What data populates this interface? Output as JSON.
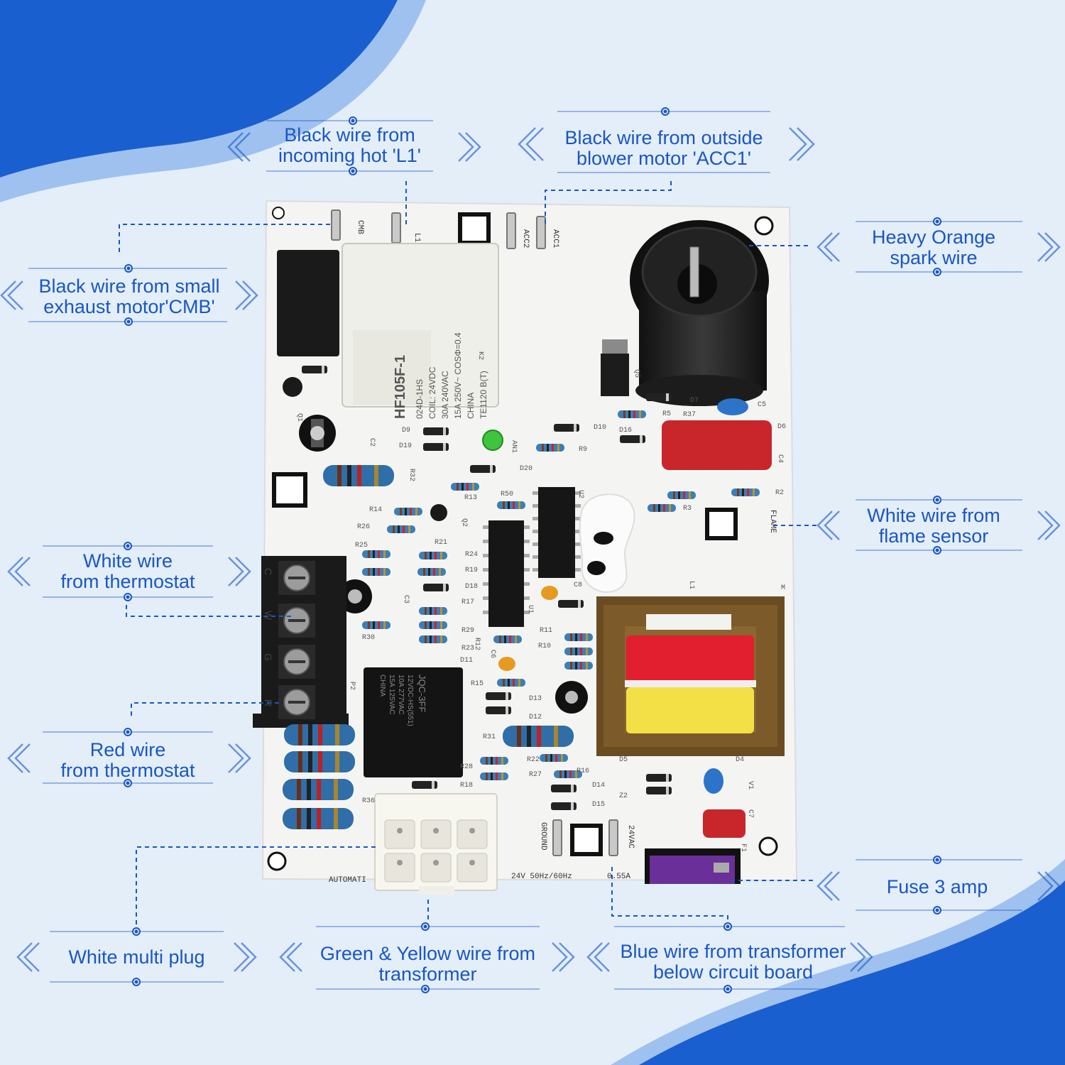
{
  "colors": {
    "accent": "#1a56c4",
    "background": "#e3eef9",
    "board": "#f4f5f3"
  },
  "labels": [
    {
      "id": "l1",
      "line1": "Black wire from",
      "line2": "incoming hot 'L1'"
    },
    {
      "id": "acc1",
      "line1": "Black wire from outside",
      "line2": "blower motor 'ACC1'"
    },
    {
      "id": "spark",
      "line1": "Heavy Orange",
      "line2": "spark wire"
    },
    {
      "id": "cmb",
      "line1": "Black wire from small",
      "line2": "exhaust motor'CMB'"
    },
    {
      "id": "flame",
      "line1": "White wire from",
      "line2": "flame sensor"
    },
    {
      "id": "w",
      "line1": "White wire",
      "line2": "from thermostat"
    },
    {
      "id": "r",
      "line1": "Red wire",
      "line2": "from thermostat"
    },
    {
      "id": "fuse",
      "line1": "Fuse 3 amp",
      "line2": ""
    },
    {
      "id": "plug",
      "line1": "White multi plug",
      "line2": ""
    },
    {
      "id": "gy",
      "line1": "Green & Yellow wire from",
      "line2": "transformer"
    },
    {
      "id": "blue",
      "line1": "Blue wire from transformer",
      "line2": "below circuit board"
    }
  ],
  "board": {
    "relay_main": [
      "HF105F-1",
      "024D-1HS",
      "COIL: 24VDC",
      "30A 240VAC",
      "15A 250V~ COSΦ=0.4",
      "CHINA",
      "TE1120 B(T)"
    ],
    "relay_small": [
      "JQC-3FF",
      "12VDC-HS(551)",
      "10A 277VAC",
      "15A 125VAC",
      "CHINA"
    ],
    "terminals": [
      "C",
      "W",
      "G",
      "R"
    ],
    "pins": [
      "CMB",
      "L1",
      "ACC2",
      "ACC1",
      "FLAME",
      "GROUND",
      "24VAC"
    ],
    "bottom_text": [
      "AUTOMATI",
      "24V 50Hz/60Hz",
      "0.55A"
    ],
    "refs": [
      "K2",
      "Q1",
      "C2",
      "D9",
      "D19",
      "R32",
      "AN1",
      "R9",
      "D10",
      "D20",
      "R50",
      "R13",
      "R14",
      "R26",
      "Q2",
      "U2",
      "D16",
      "R5",
      "R37",
      "D7",
      "Q5",
      "C5",
      "D6",
      "C4",
      "R2",
      "R3",
      "R25",
      "R21",
      "R24",
      "R19",
      "D18",
      "R17",
      "U1",
      "C8",
      "C3",
      "R30",
      "R29",
      "R12",
      "R23",
      "R11",
      "R10",
      "C6",
      "D11",
      "P2",
      "R15",
      "D13",
      "D12",
      "R31",
      "R22",
      "R28",
      "R27",
      "R18",
      "R16",
      "D14",
      "D15",
      "D5",
      "Z2",
      "D4",
      "V1",
      "C7",
      "F1",
      "R36",
      "L1",
      "M"
    ]
  }
}
